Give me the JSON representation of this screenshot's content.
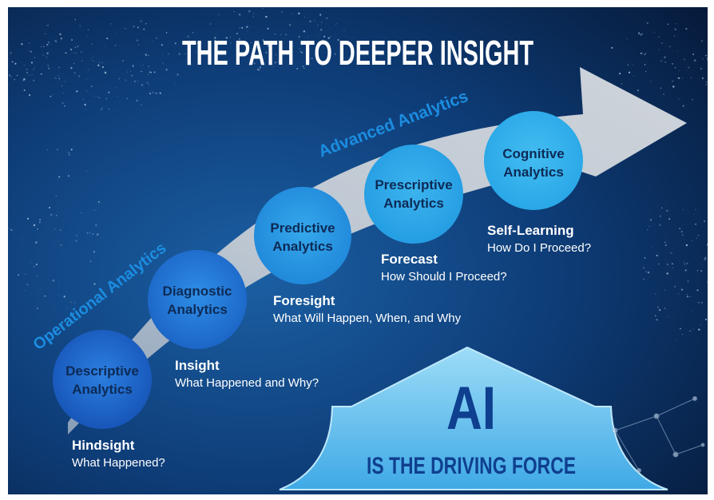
{
  "title": "THE PATH TO DEEPER INSIGHT",
  "tracks": {
    "operational": "Operational Analytics",
    "advanced": "Advanced Analytics"
  },
  "stages": [
    {
      "line1": "Descriptive",
      "line2": "Analytics",
      "outcome": "Hindsight",
      "question": "What Happened?"
    },
    {
      "line1": "Diagnostic",
      "line2": "Analytics",
      "outcome": "Insight",
      "question": "What Happened and Why?"
    },
    {
      "line1": "Predictive",
      "line2": "Analytics",
      "outcome": "Foresight",
      "question": "What Will Happen, When, and Why"
    },
    {
      "line1": "Prescriptive",
      "line2": "Analytics",
      "outcome": "Forecast",
      "question": "How Should I Proceed?"
    },
    {
      "line1": "Cognitive",
      "line2": "Analytics",
      "outcome": "Self-Learning",
      "question": "How Do I Proceed?"
    }
  ],
  "driver": {
    "headline": "AI",
    "tagline": "IS THE DRIVING FORCE"
  },
  "colors": {
    "background_dark": "#06162f",
    "background_mid": "#0d3b73",
    "arrow": "#c9ced3",
    "circle_light": "#3fb3ea",
    "circle_dark": "#1a5cc0",
    "driver_arrow": "#6cc7f2"
  }
}
